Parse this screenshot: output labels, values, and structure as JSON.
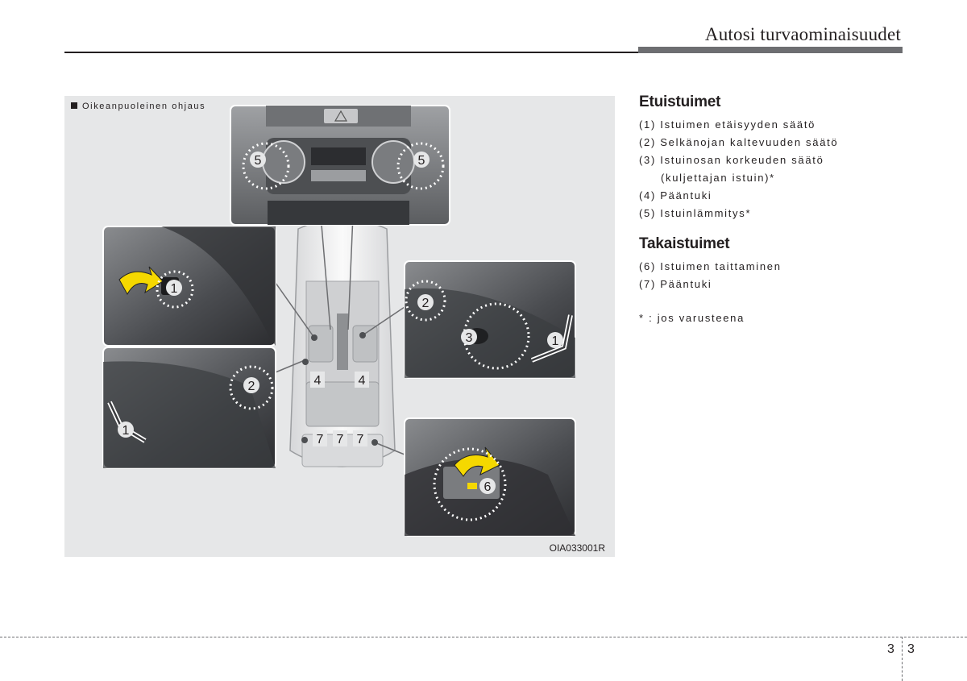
{
  "header": {
    "title": "Autosi turvaominaisuudet"
  },
  "figure": {
    "label": "Oikeanpuoleinen ohjaus",
    "code": "OIA033001R",
    "callouts": [
      "1",
      "2",
      "3",
      "4",
      "5",
      "6",
      "7"
    ]
  },
  "front_seats": {
    "heading": "Etuistuimet",
    "items": [
      "(1) Istuimen etäisyyden säätö",
      "(2) Selkänojan kaltevuuden säätö",
      "(3) Istuinosan korkeuden säätö",
      "(kuljettajan istuin)*",
      "(4) Pääntuki",
      "(5) Istuinlämmitys*"
    ]
  },
  "rear_seats": {
    "heading": "Takaistuimet",
    "items": [
      "(6) Istuimen taittaminen",
      "(7) Pääntuki"
    ]
  },
  "footnote": "* : jos varusteena",
  "page_number": {
    "left": "3",
    "right": "3"
  },
  "colors": {
    "panel_bg": "#e6e7e8",
    "rule_thick": "#6d6e71",
    "arrow_yellow": "#f5d800"
  }
}
